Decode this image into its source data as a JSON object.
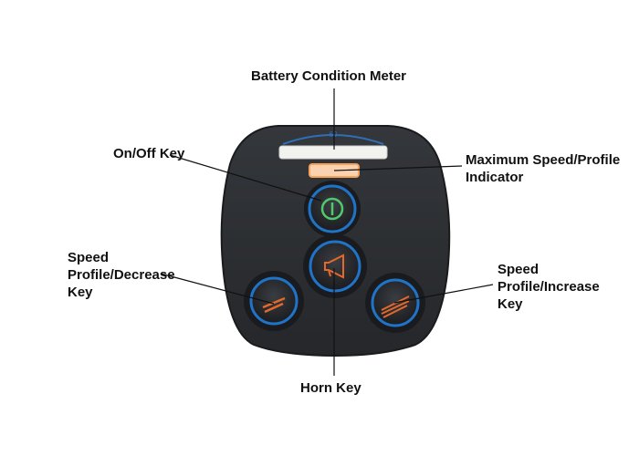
{
  "labels": {
    "battery": "Battery Condition Meter",
    "onoff": "On/Off Key",
    "max_speed": "Maximum Speed/Profile\nIndicator",
    "decrease": "Speed\nProfile/Decrease\nKey",
    "increase": "Speed\nProfile/Increase\nKey",
    "horn": "Horn Key"
  },
  "colors": {
    "body": "#2b2d30",
    "key_ring": "#1f74c8",
    "power_icon": "#4ecb6a",
    "accent_orange": "#e5692a",
    "meter_blue": "#2f6fb8",
    "indicator_orange": "#f5a25a"
  },
  "icons": {
    "onoff": "power-icon",
    "horn": "horn-icon",
    "decrease": "speed-decrease-icon",
    "increase": "speed-increase-icon"
  }
}
